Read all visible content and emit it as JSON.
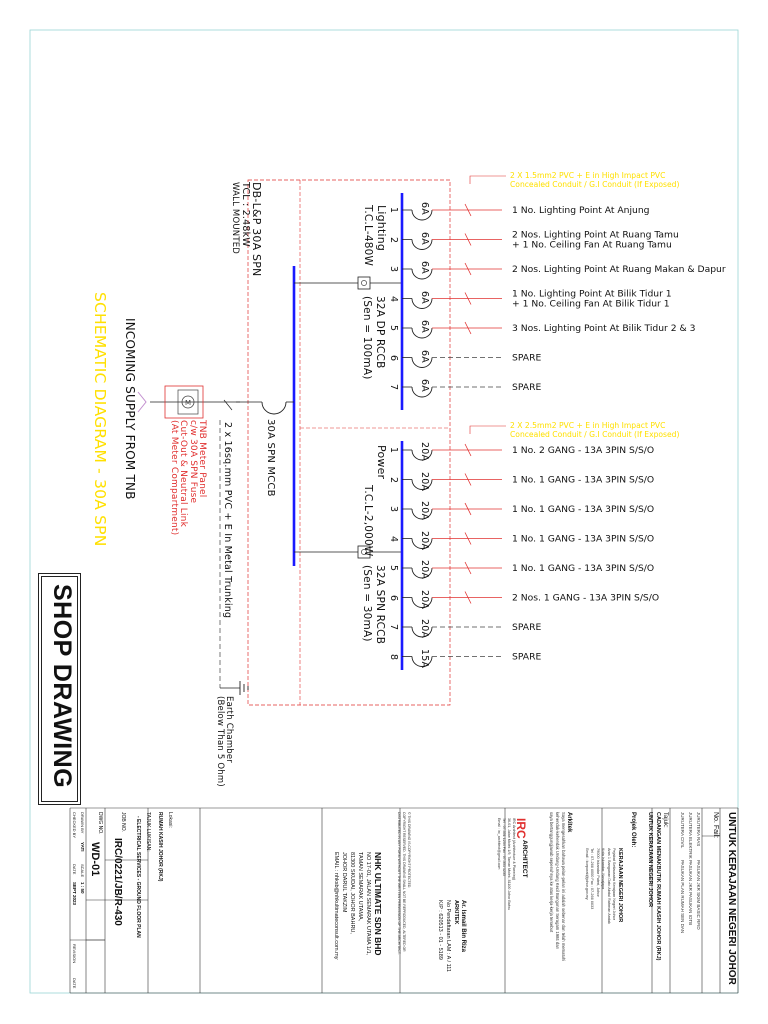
{
  "title": "SCHEMATIC DIAGRAM - 30A SPN",
  "stamp": "SHOP DRAWING",
  "incoming": "INCOMING SUPPLY FROM TNB",
  "board": {
    "name": "DB-L&P 30A SPN",
    "tcl": "TCL : 2.48kW",
    "mount": "WALL MOUNTED",
    "mccb": "30A SPN MCCB",
    "cable": "2 x 16sq.mm PVC + E In Metal Trunking",
    "earth": [
      "Earth Chamber",
      "(Below Than 5 Ohm)"
    ],
    "meter": [
      "TNB Meter Panel",
      "c/w 30A SPN Fuse",
      "Cut-Out & Neutral Link",
      "(At Meter Compartment)"
    ]
  },
  "lighting": {
    "label": "Lighting",
    "tcl": "T.C.L-480W",
    "rccb": [
      "32A DP RCCB",
      "(Sen = 100mA)"
    ],
    "cable_note": [
      "2 X 1.5mm2 PVC + E in High Impact PVC",
      "Concealed Conduit  /  G.I Conduit (If Exposed)"
    ],
    "circuits": [
      {
        "no": "1",
        "rating": "6A",
        "desc": [
          "1 No. Lighting Point At Anjung"
        ]
      },
      {
        "no": "2",
        "rating": "6A",
        "desc": [
          "2 Nos. Lighting Point At Ruang Tamu",
          "+ 1 No. Ceiling Fan At Ruang Tamu"
        ]
      },
      {
        "no": "3",
        "rating": "6A",
        "desc": [
          "2 Nos. Lighting Point At Ruang Makan & Dapur"
        ]
      },
      {
        "no": "4",
        "rating": "6A",
        "desc": [
          "1 No. Lighting Point At Bilik Tidur 1",
          "+ 1 No. Ceiling Fan At Bilik Tidur 1"
        ]
      },
      {
        "no": "5",
        "rating": "6A",
        "desc": [
          "3 Nos. Lighting Point At Bilik Tidur 2 & 3"
        ]
      },
      {
        "no": "6",
        "rating": "6A",
        "desc": [
          "SPARE"
        ]
      },
      {
        "no": "7",
        "rating": "6A",
        "desc": [
          "SPARE"
        ]
      }
    ]
  },
  "power": {
    "label": "Power",
    "tcl": "T.C.L-2,000W",
    "rccb": [
      "32A SPN RCCB",
      "(Sen = 30mA)"
    ],
    "cable_note": [
      "2 X 2.5mm2 PVC + E in High Impact PVC",
      "Concealed Conduit  /  G.I Conduit (If Exposed)"
    ],
    "circuits": [
      {
        "no": "1",
        "rating": "20A",
        "desc": [
          "1 No. 2 GANG - 13A 3PIN S/S/O"
        ]
      },
      {
        "no": "2",
        "rating": "20A",
        "desc": [
          "1 No. 1 GANG - 13A 3PIN S/S/O"
        ]
      },
      {
        "no": "3",
        "rating": "20A",
        "desc": [
          "1 No. 1 GANG - 13A 3PIN S/S/O"
        ]
      },
      {
        "no": "4",
        "rating": "20A",
        "desc": [
          "1 No. 1 GANG - 13A 3PIN S/S/O"
        ]
      },
      {
        "no": "5",
        "rating": "20A",
        "desc": [
          "1 No. 1 GANG - 13A 3PIN S/S/O"
        ]
      },
      {
        "no": "6",
        "rating": "20A",
        "desc": [
          "2 Nos. 1 GANG - 13A 3PIN S/S/O"
        ]
      },
      {
        "no": "7",
        "rating": "20A",
        "desc": [
          "SPARE"
        ]
      },
      {
        "no": "8",
        "rating": "15A",
        "desc": [
          "SPARE"
        ]
      }
    ]
  },
  "title_block": {
    "client": "UNTUK KERAJAAN NEGERI JOHOR",
    "no_fail": "No. Fail:",
    "approvals": [
      "JURUTERA RAS",
      "JURUTERA ELEKTRIK",
      "JURUTERA CIVIL"
    ],
    "approvals_r": [
      "PASUKAN JKR SKIM BASIC RFID",
      "PASUKAN JKR PASUKAN IOTB",
      "PASUKAN PLAN RUMAH SEN DAN"
    ],
    "tajuk_label": "Tajuk:",
    "tajuk": [
      "CADANGAN MENAKBUTIK RUMAH KASIH JOHOR (RKJ)",
      "UNTUK KERAJAAN NEGERI JOHOR"
    ],
    "projek_label": "Projek Oleh:",
    "projek_owner": "KERAJAAN NEGERI JOHOR",
    "projek_lines": [
      "Pejabat Setiausaha Kerajaan Negeri Johor",
      "Aras 1 Bangunan Dato Abdul Rahman Andak",
      "Kota Iskandar, Nusajaya",
      "79000 Iskandar Puteri, Johor",
      "Tel : 07-266 6000    Fax : 07-266 6633",
      "Email : korporat@johor.gov.my"
    ],
    "arkitek_label": "Arkitek",
    "arkitek_note": [
      "Saya mengesahkan bahawa pelan-pelan ini adalah sebenar dan telah mematuhi",
      "kehendak-kehendak Undang-Undang Kecil Bangunan Seragam 1984 dan",
      "saya bertanggungjawab sepenuhnya ke atas kerja-kerja tersebut"
    ],
    "firm_logo": "IRC",
    "firm_logo2": "ARCHITECT",
    "firm_lines": [
      "IRC Architect (Architecture & Planning)",
      "36-01, Jalan Molek 1/9, Taman Molek, 81100 Johor Bahru",
      "Tel : 07-351 1234    Fax : 07-351 1235",
      "Email : irc_architect@gmail.com"
    ],
    "copyright": [
      "© THIS DRAWING IS COPYRIGHT PROTECTED.",
      "COPYRIGHT RESERVED. THIS DRAWING SHALL NOT BE REPRODUCED, ALTERED OR",
      "DISTRIBUTED IN ANY FORM WITHOUT THE WRITTEN PERMISSION OF THE ARCHITECT."
    ],
    "engineer": [
      "Ar. Ismail Bin Riza",
      "ARKITEK",
      "No Pendaftaran LAM : A / 111",
      "K/P : 620513 - 01 - 5189"
    ],
    "contractor": "NHK ULTIMATE SDN BHD",
    "contractor_addr": [
      "NO 17-01, JALAN SEMARAK UTAMA 1/1,",
      "TAMAN SEMARAK UTAMA,",
      "81300 SKUDAI, JOHOR BAHRU,",
      "JOHOR DARUL TAKZIM",
      "EMAIL : nhksb@nhkultimateconsult.com.my"
    ],
    "lukisan_label": "Lokasi:",
    "lukisan": "RUMAH KASIH JOHOR (RKJ)",
    "tajuk_lukisan_label": "TAJUK LUKISAN:",
    "tajuk_lukisan": "- ELECTRICAL SERVICES - GROUND FLOOR PLAN",
    "job_no_label": "JOB NO.",
    "job_no": "IRC/0221/JB/R-430",
    "dwg_no_label": "DWG NO.",
    "dwg_no": "WD-01",
    "drawn_by_label": "DRAWN BY",
    "drawn_by": "YATI",
    "checked_by_label": "CHECKED BY",
    "scale_label": "SCALE",
    "scale": "1 : 50",
    "date_label": "DATE",
    "date": "SEPT 2023",
    "revision_label": "REVISION",
    "rev_date_label": "DATE"
  },
  "colors": {
    "bus": "#1a1aff",
    "red": "#e0302f",
    "yellow": "#ffe000",
    "frame": "#9ad6d6"
  }
}
